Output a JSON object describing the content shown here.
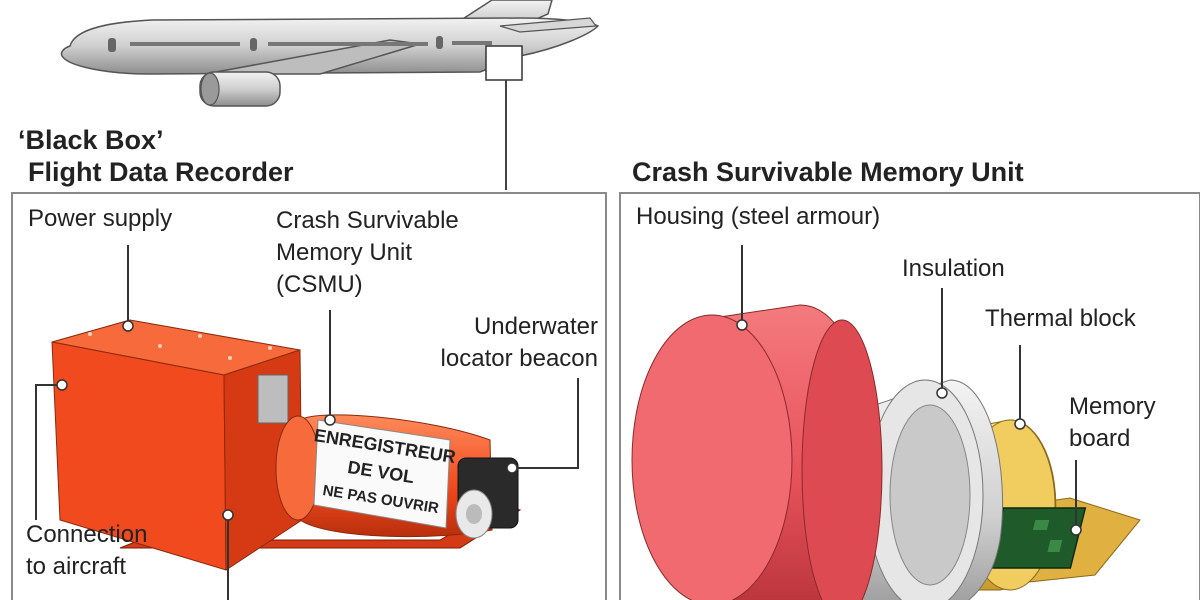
{
  "left_panel": {
    "title_line1": "‘Black Box’",
    "title_line2": "Flight Data Recorder",
    "labels": {
      "power_supply": "Power supply",
      "csmu_line1": "Crash Survivable",
      "csmu_line2": "Memory Unit",
      "csmu_line3": "(CSMU)",
      "beacon_line1": "Underwater",
      "beacon_line2": "locator beacon",
      "connection_line1": "Connection",
      "connection_line2": "to aircraft"
    },
    "recorder_text": {
      "line1": "ENREGISTREUR",
      "line2": "DE VOL",
      "line3": "NE PAS OUVRIR"
    }
  },
  "right_panel": {
    "title": "Crash Survivable Memory Unit",
    "labels": {
      "housing": "Housing (steel armour)",
      "insulation": "Insulation",
      "thermal_block": "Thermal block",
      "memory_board_line1": "Memory",
      "memory_board_line2": "board"
    }
  },
  "colors": {
    "recorder_orange": "#f04a1e",
    "housing_red": "#e8525a",
    "insulation_grey": "#cfcfcf",
    "thermal_yellow": "#f0cd5e",
    "panel_border": "#8a8a8a"
  }
}
